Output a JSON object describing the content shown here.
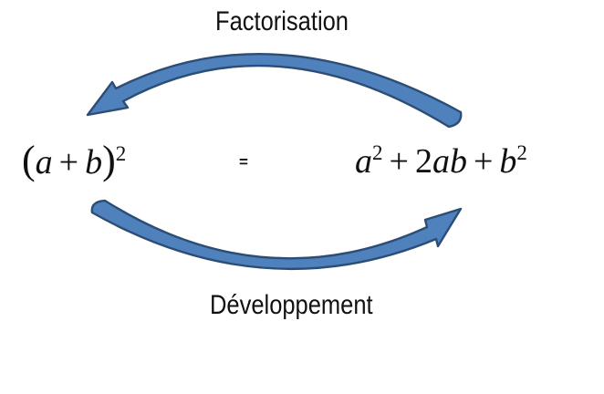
{
  "diagram": {
    "top_label": "Factorisation",
    "bottom_label": "Développement",
    "equals_sign": "=",
    "left_expression": {
      "open_paren": "(",
      "a": "a",
      "plus": "+",
      "b": "b",
      "close_paren": ")",
      "exponent": "2"
    },
    "right_expression": {
      "a": "a",
      "a_exponent": "2",
      "plus_1": "+",
      "coefficient": "2",
      "ab": "ab",
      "plus_2": "+",
      "b": "b",
      "b_exponent": "2"
    },
    "arrows": {
      "top": {
        "icon": "curved-arrow-left-icon",
        "direction": "right-to-left",
        "fill": "#4f81bd",
        "border": "#2c4d75"
      },
      "bottom": {
        "icon": "curved-arrow-right-icon",
        "direction": "left-to-right",
        "fill": "#4f81bd",
        "border": "#2c4d75"
      }
    },
    "colors": {
      "background": "#ffffff",
      "text": "#111111"
    }
  }
}
